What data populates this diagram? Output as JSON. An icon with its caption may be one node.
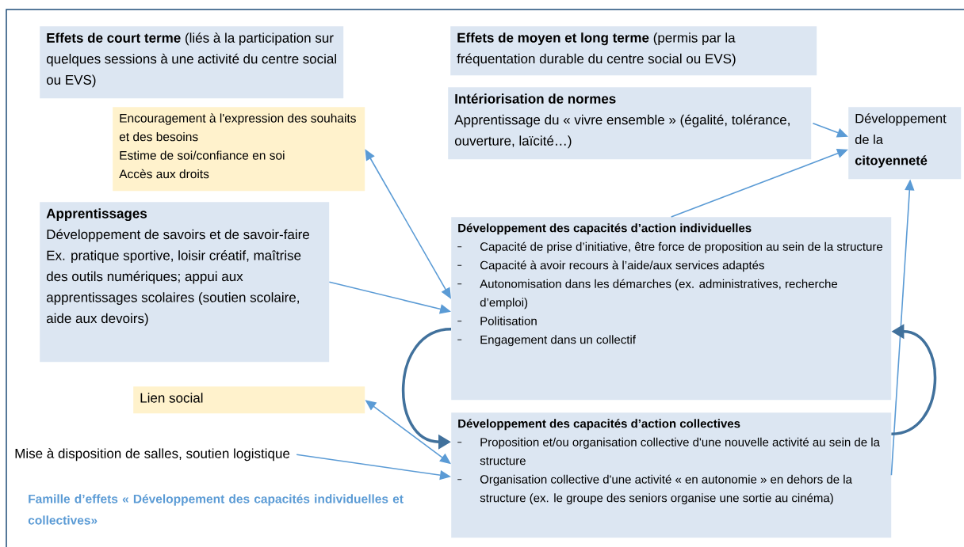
{
  "diagram": {
    "nodes": [
      {
        "text": [
          "**Effets de court terme** (liés à la participation  sur quelques sessions à une activité du centre social ou EVS)"
        ]
      },
      {
        "text": [
          "Encouragement à l'expression des souhaits et des besoins",
          "Estime de soi/confiance en soi",
          "Accès aux droits"
        ]
      },
      {
        "text": [
          "Apprentissages",
          "Développement de savoirs et de savoir-faire",
          "Ex. pratique sportive, loisir créatif, maîtrise des outils numériques; appui aux apprentissages scolaires (soutien scolaire, aide aux devoirs)"
        ]
      },
      {
        "text": [
          "Lien social"
        ]
      },
      {
        "text": [
          "Mise à disposition de salles, soutien logistique"
        ]
      },
      {
        "text": [
          "**Effets de moyen et long terme** (permis par la fréquentation durable du centre social ou EVS)"
        ]
      },
      {
        "text": [
          "Intériorisation de normes",
          "Apprentissage du « vivre ensemble » (égalité, tolérance, ouverture, laïcité…)"
        ]
      },
      {
        "text": [
          "Développement de la **citoyenneté**"
        ]
      },
      {
        "text": [
          "Développement des capacités d’action individuelles",
          "Capacité de prise d’initiative, être force de proposition au sein de la structure",
          "Capacité à avoir recours à l’aide/aux services adaptés",
          "Autonomisation dans les démarches (ex. administratives, recherche d’emploi)",
          "Politisation",
          "Engagement dans un collectif"
        ]
      },
      {
        "text": [
          "Développement des capacités d’action collectives",
          "Proposition et/ou organisation collective d'une nouvelle activité au sein de la structure",
          "Organisation collective d'une activité « en autonomie » en dehors de la structure (ex. le groupe des seniors organise une sortie au cinéma)"
        ]
      }
    ],
    "edges": [
      {
        "from": 1,
        "to": 8,
        "arrow": "both"
      },
      {
        "from": 2,
        "to": 8,
        "arrow": "to"
      },
      {
        "from": 3,
        "to": 9,
        "arrow": "both"
      },
      {
        "from": 4,
        "to": 9,
        "arrow": "to"
      },
      {
        "from": 6,
        "to": 7,
        "arrow": "to"
      },
      {
        "from": 8,
        "to": 7,
        "arrow": "to"
      },
      {
        "from": 9,
        "to": 7,
        "arrow": "to"
      },
      {
        "from": 8,
        "to": 9,
        "arrow": "to",
        "style": "thick",
        "color": "#41719c"
      },
      {
        "from": 9,
        "to": 8,
        "arrow": "to",
        "style": "thick",
        "color": "#41719c"
      }
    ],
    "labels": [
      "Famille d’effets « Développement des capacités individuelles et collectives»"
    ]
  }
}
